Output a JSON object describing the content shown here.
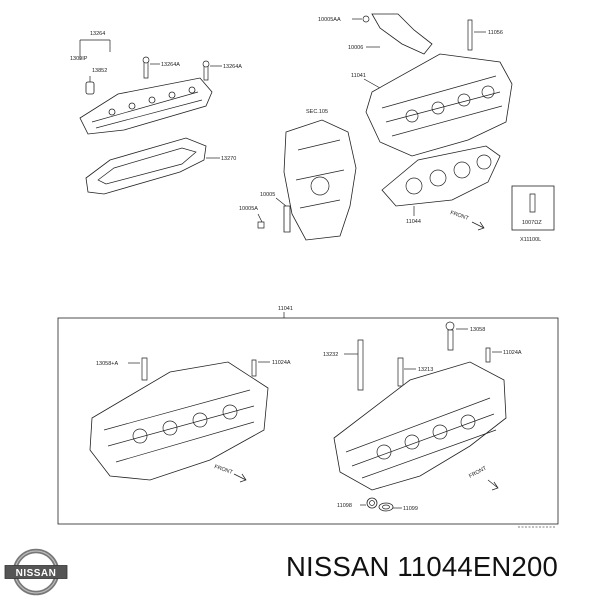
{
  "brand": {
    "logo_text": "NISSAN"
  },
  "caption": "NISSAN 11044EN200",
  "labels": {
    "p13264": "13264",
    "p13091P": "1309ІP",
    "p13852": "13852",
    "p13264A_a": "13264A",
    "p13264A_b": "13264A",
    "p13270": "13270",
    "p10005AA": "10005AA",
    "p11056": "11056",
    "p10006": "10006",
    "p11041_top": "11041",
    "psec105": "SEC.105",
    "p10005": "10005",
    "p10005A": "10005A",
    "p11044": "11044",
    "pfront_top": "FRONT",
    "p10070Z": "1007ΩZ",
    "pX11000L": "X11100L",
    "p11041_box": "11041",
    "p13058A": "13058+A",
    "p11024A_a": "11024A",
    "p13232": "13232",
    "p13213": "13213",
    "p13058": "13058",
    "p11024A_b": "11024A",
    "pfront_l": "FRONT",
    "pfront_r": "FRONT",
    "p11098": "11098",
    "p11099": "11099"
  }
}
